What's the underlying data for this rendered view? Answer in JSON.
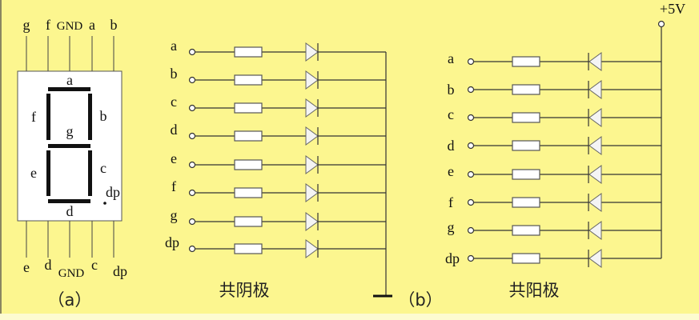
{
  "panel_a": {
    "top_pins": [
      "g",
      "f",
      "GND",
      "a",
      "b"
    ],
    "bottom_pins": [
      "e",
      "d",
      "GND",
      "c",
      "dp"
    ],
    "segments": {
      "a": "a",
      "b": "b",
      "c": "c",
      "d": "d",
      "e": "e",
      "f": "f",
      "g": "g",
      "dp": "dp"
    },
    "caption": "（a）"
  },
  "panel_b": {
    "caption": "（b）",
    "common_cathode": {
      "title": "共阴极",
      "rows": [
        "a",
        "b",
        "c",
        "d",
        "e",
        "f",
        "g",
        "dp"
      ]
    },
    "common_anode": {
      "title": "共阳极",
      "supply": "+5V",
      "rows": [
        "a",
        "b",
        "c",
        "d",
        "e",
        "f",
        "g",
        "dp"
      ]
    }
  },
  "colors": {
    "background": "#fcf68f",
    "segment": "#111111",
    "component_fill": "#ffffff"
  }
}
